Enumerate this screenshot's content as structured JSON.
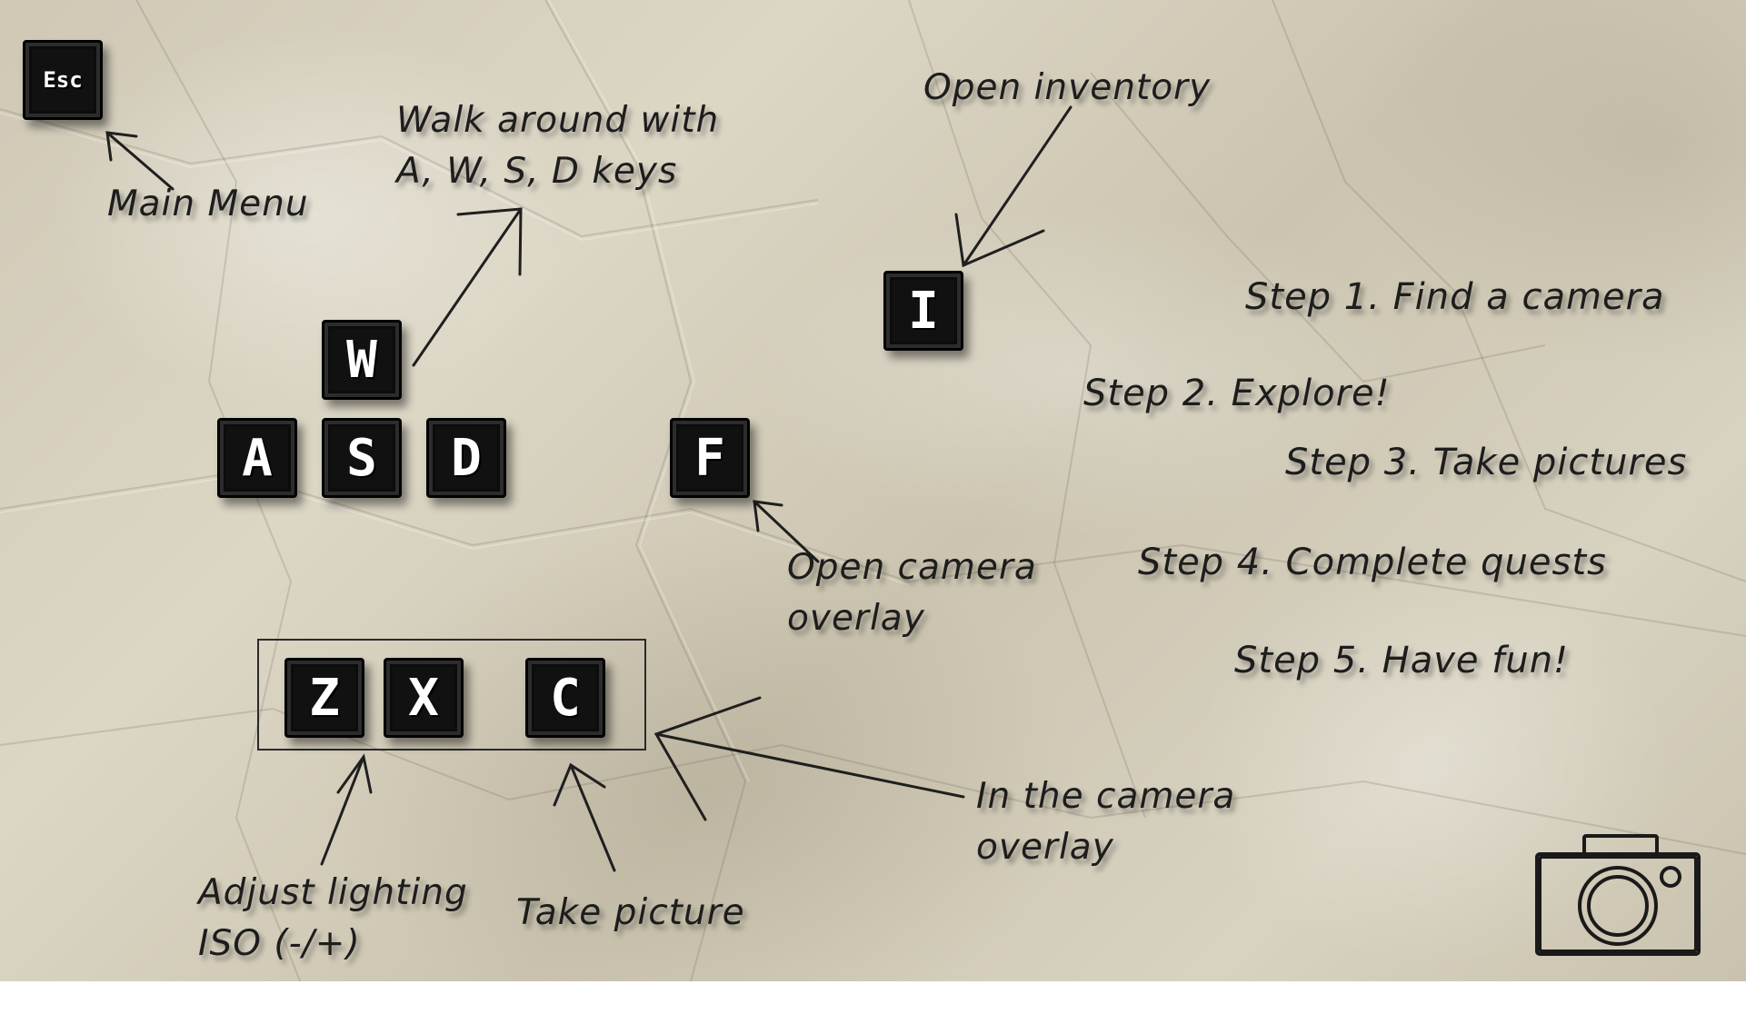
{
  "keys": {
    "esc": "Esc",
    "w": "W",
    "a": "A",
    "s": "S",
    "d": "D",
    "f": "F",
    "i": "I",
    "z": "Z",
    "x": "X",
    "c": "C"
  },
  "labels": {
    "main_menu": "Main Menu",
    "walk_line1": "Walk around with",
    "walk_line2": "A, W, S, D keys",
    "open_inventory": "Open inventory",
    "open_camera_line1": "Open camera",
    "open_camera_line2": "overlay",
    "in_camera_line1": "In the camera",
    "in_camera_line2": "overlay",
    "adjust_line1": "Adjust lighting",
    "adjust_line2": "ISO (-/+)",
    "take_picture": "Take picture"
  },
  "steps": [
    "Step 1. Find a camera",
    "Step 2. Explore!",
    "Step 3. Take pictures",
    "Step 4. Complete quests",
    "Step 5. Have fun!"
  ],
  "icons": {
    "camera": "camera-icon",
    "background": "crumpled-paper"
  },
  "colors": {
    "key_face": "#111111",
    "ink": "#1d1d1d",
    "paper": "#d6cfbd"
  }
}
